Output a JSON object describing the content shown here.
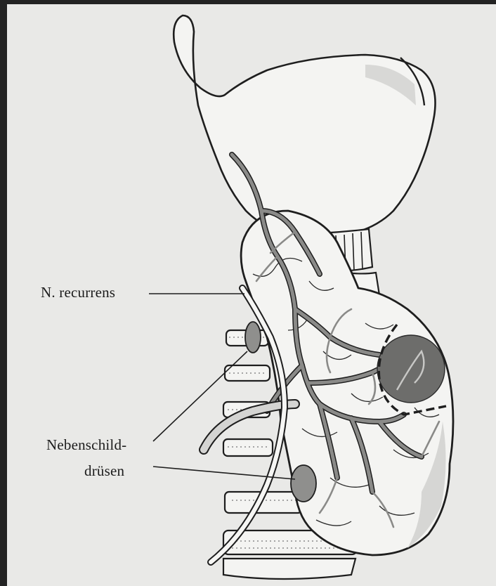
{
  "labels": {
    "recurrens": "N. recurrens",
    "nebenschild_line1": "Nebenschild-",
    "nebenschild_line2": "drüsen"
  },
  "colors": {
    "page_frame": "#232323",
    "background": "#e9e9e7",
    "outline": "#1e1e1e",
    "tissue": "#f4f4f2",
    "shadow": "#cfcfcd",
    "vessel": "#8a8a88",
    "gland": "#8f8f8d",
    "nodule": "#6d6d6b"
  }
}
